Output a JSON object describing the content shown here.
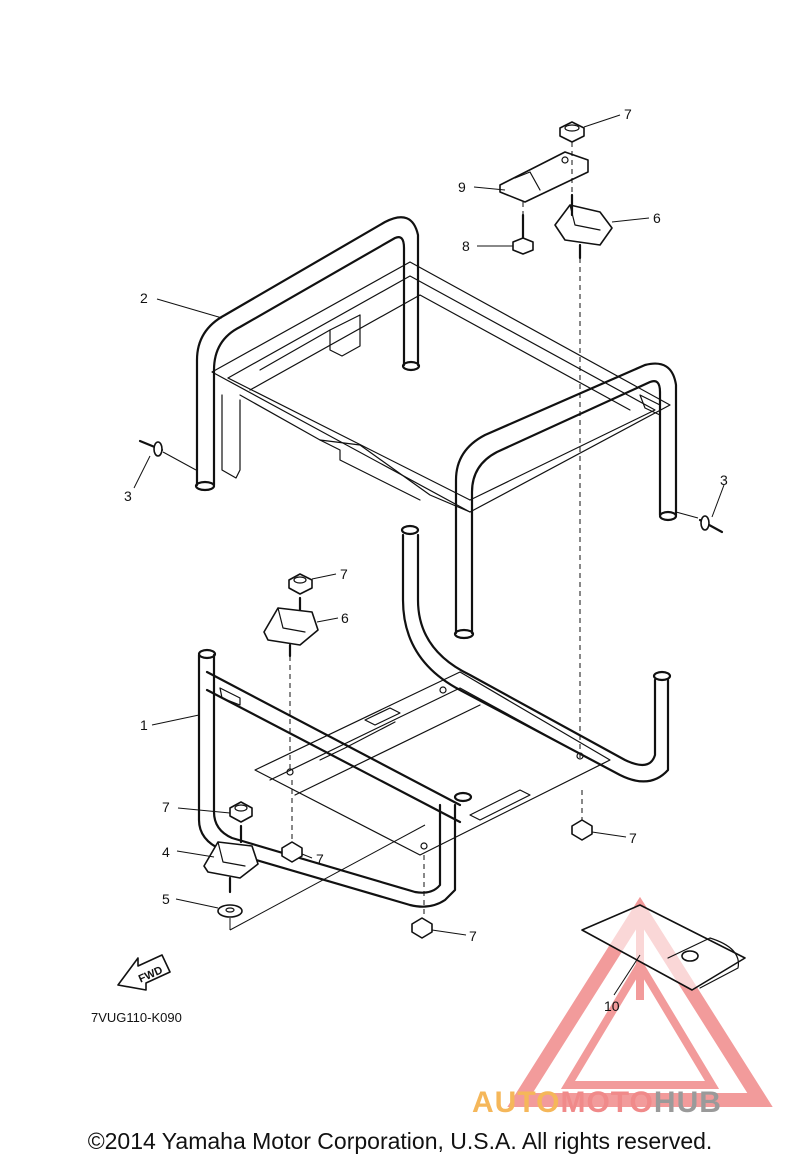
{
  "diagram": {
    "callouts": [
      {
        "id": "c7a",
        "label": "7"
      },
      {
        "id": "c9",
        "label": "9"
      },
      {
        "id": "c6a",
        "label": "6"
      },
      {
        "id": "c8",
        "label": "8"
      },
      {
        "id": "c2",
        "label": "2"
      },
      {
        "id": "c3a",
        "label": "3"
      },
      {
        "id": "c3b",
        "label": "3"
      },
      {
        "id": "c7b",
        "label": "7"
      },
      {
        "id": "c6b",
        "label": "6"
      },
      {
        "id": "c1",
        "label": "1"
      },
      {
        "id": "c7c",
        "label": "7"
      },
      {
        "id": "c4",
        "label": "4"
      },
      {
        "id": "c7d",
        "label": "7"
      },
      {
        "id": "c5",
        "label": "5"
      },
      {
        "id": "c7e",
        "label": "7"
      },
      {
        "id": "c7f",
        "label": "7"
      },
      {
        "id": "c10",
        "label": "10"
      }
    ],
    "fwd_label": "FWD",
    "diagram_code": "7VUG110-K090"
  },
  "watermark": {
    "part1": "AUTO",
    "part2": "MOTO",
    "part3": "HUB",
    "color1": "#f5b75a",
    "color2": "#f08a8a",
    "color3": "#9a9a9a"
  },
  "footer": {
    "copyright": "©2014 Yamaha Motor Corporation, U.S.A. All rights reserved."
  }
}
